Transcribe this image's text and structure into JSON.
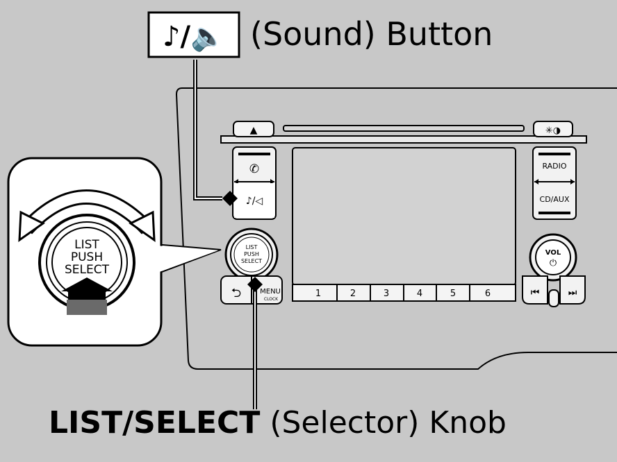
{
  "callouts": {
    "sound_button_suffix": "(Sound) Button",
    "knob_bold": "LIST/SELECT",
    "knob_rest": " (Selector) Knob"
  },
  "icons": {
    "sound_symbol_glyph": "♪/🔈"
  },
  "panel": {
    "eject_glyph": "▲",
    "display_glyph": "✳◑",
    "phone_glyph": "✆",
    "sound_glyph": "♪/◁",
    "radio_label": "RADIO",
    "cdaux_label": "CD/AUX",
    "knob_line1": "LIST",
    "knob_line2": "PUSH",
    "knob_line3": "SELECT",
    "back_glyph": "⮌",
    "menu_label": "MENU",
    "clock_label": "CLOCK",
    "presets": [
      "1",
      "2",
      "3",
      "4",
      "5",
      "6"
    ],
    "vol_label": "VOL",
    "power_glyph": "⏻",
    "seek_back_glyph": "⏮",
    "seek_fwd_glyph": "⏭"
  },
  "zoom": {
    "line1": "LIST",
    "line2": "PUSH",
    "line3": "SELECT"
  }
}
